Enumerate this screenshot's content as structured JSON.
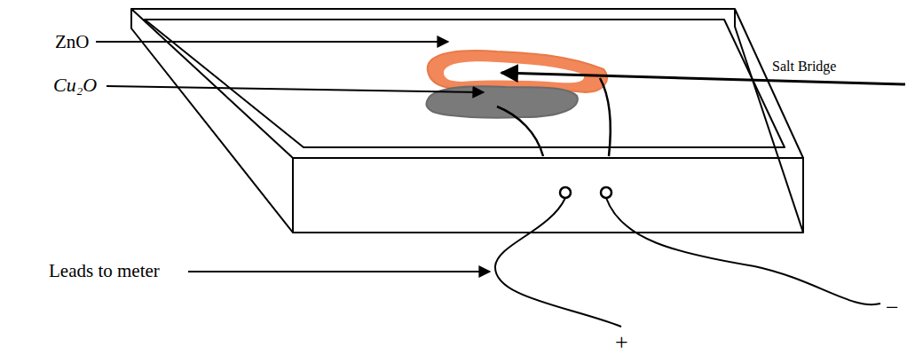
{
  "diagram": {
    "labels": [
      "ZnO",
      "Cu₂O",
      "Salt Bridge",
      "Leads to meter",
      "+",
      "−"
    ]
  }
}
